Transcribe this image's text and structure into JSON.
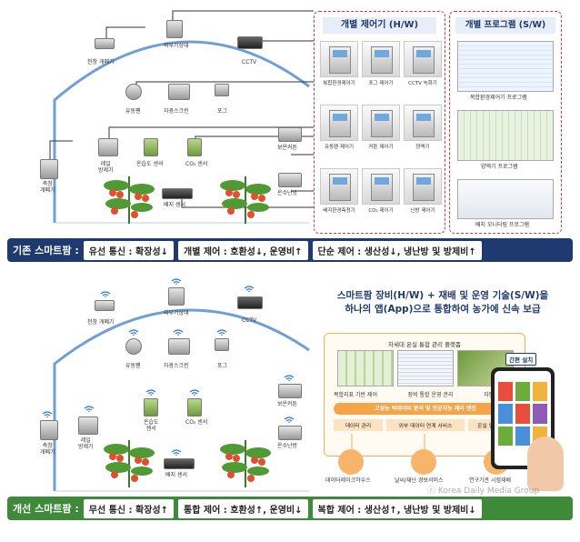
{
  "top": {
    "labels": {
      "ceiling_vent": "천창 개폐기",
      "weather": "외부기상대",
      "cctv": "CCTV",
      "fan": "유동팬",
      "shade": "차광스크린",
      "fog": "포그",
      "rail_vent": "레일\n방제기",
      "temp_humid": "온습도 센서",
      "co2": "CO₂ 센서",
      "side_vent": "측창\n개폐기",
      "insulation": "보온커튼",
      "heater": "온수난방",
      "root_sensor": "배지 센서"
    },
    "hw_title": "개별 제어기 (H/W)",
    "hw_items": [
      "복합환경제어기",
      "포그 제어기",
      "CCTV 녹화기",
      "유동팬 제어기",
      "커튼 제어기",
      "양액기",
      "배지환경측정기",
      "CO₂ 제어기",
      "난방 제어기"
    ],
    "sw_title": "개별 프로그램 (S/W)",
    "sw_items": [
      "복합환경제어기 프로그램",
      "양액기 프로그램",
      "배지 모니터링 프로그램"
    ],
    "banner": {
      "title": "기존 스마트팜 :",
      "chip1": "유선 통신 : 확장성↓",
      "chip2": "개별 제어 : 호환성↓, 운영비↑",
      "chip3": "단순 제어 : 생산성↓, 냉난방 및 방제비↑"
    }
  },
  "bottom": {
    "labels": {
      "ceiling_vent": "천창 개폐기",
      "weather": "외부기상대",
      "cctv": "CCTV",
      "fan": "유동팬",
      "shade": "차광스크린",
      "fog": "포그",
      "rail_vent": "레일\n방제기",
      "temp_humid": "온습도\n센서",
      "co2": "CO₂ 센서",
      "side_vent": "측창\n개폐기",
      "insulation": "보온커튼",
      "heater": "온수난방",
      "root_sensor": "배지 센서"
    },
    "headline_line1": "스마트팜 장비(H/W) + 재배 및 운영 기술(S/W)을",
    "headline_line2": "하나의 앱(App)으로 통합하여 농가에 신속 보급",
    "platform_title": "차세대 온실 통합 관리 플랫폼",
    "platform_row1": [
      "복합지표 기반 제어",
      "장비 통합 운영 관리",
      "자동 진단 관리"
    ],
    "platform_bar": "고성능 빅데이터 분석 및 인공지능 제어 엔진",
    "platform_row2": [
      "데이터 관리",
      "외부 데이터 연계 서비스",
      "온실 앱스토어"
    ],
    "bottom_items": [
      "데이터레이크하우스",
      "날씨/재난 경보서비스",
      "연구기관 시험재배"
    ],
    "app_label": "간편 설치",
    "watermark": "ⓒ Korea Daily Media Group",
    "banner": {
      "title": "개선 스마트팜 :",
      "chip1": "무선 통신 : 확장성↑",
      "chip2": "통합 제어 : 호환성↑, 운영비↓",
      "chip3": "복합 제어 : 생산성↑, 냉난방 및 방제비↓"
    }
  },
  "colors": {
    "banner_top": "#1f3a6e",
    "banner_bottom": "#3f8a3a",
    "red_border": "#d9383a",
    "greenhouse_arc": "#6f9fd8",
    "wifi": "#2c7cd6"
  }
}
